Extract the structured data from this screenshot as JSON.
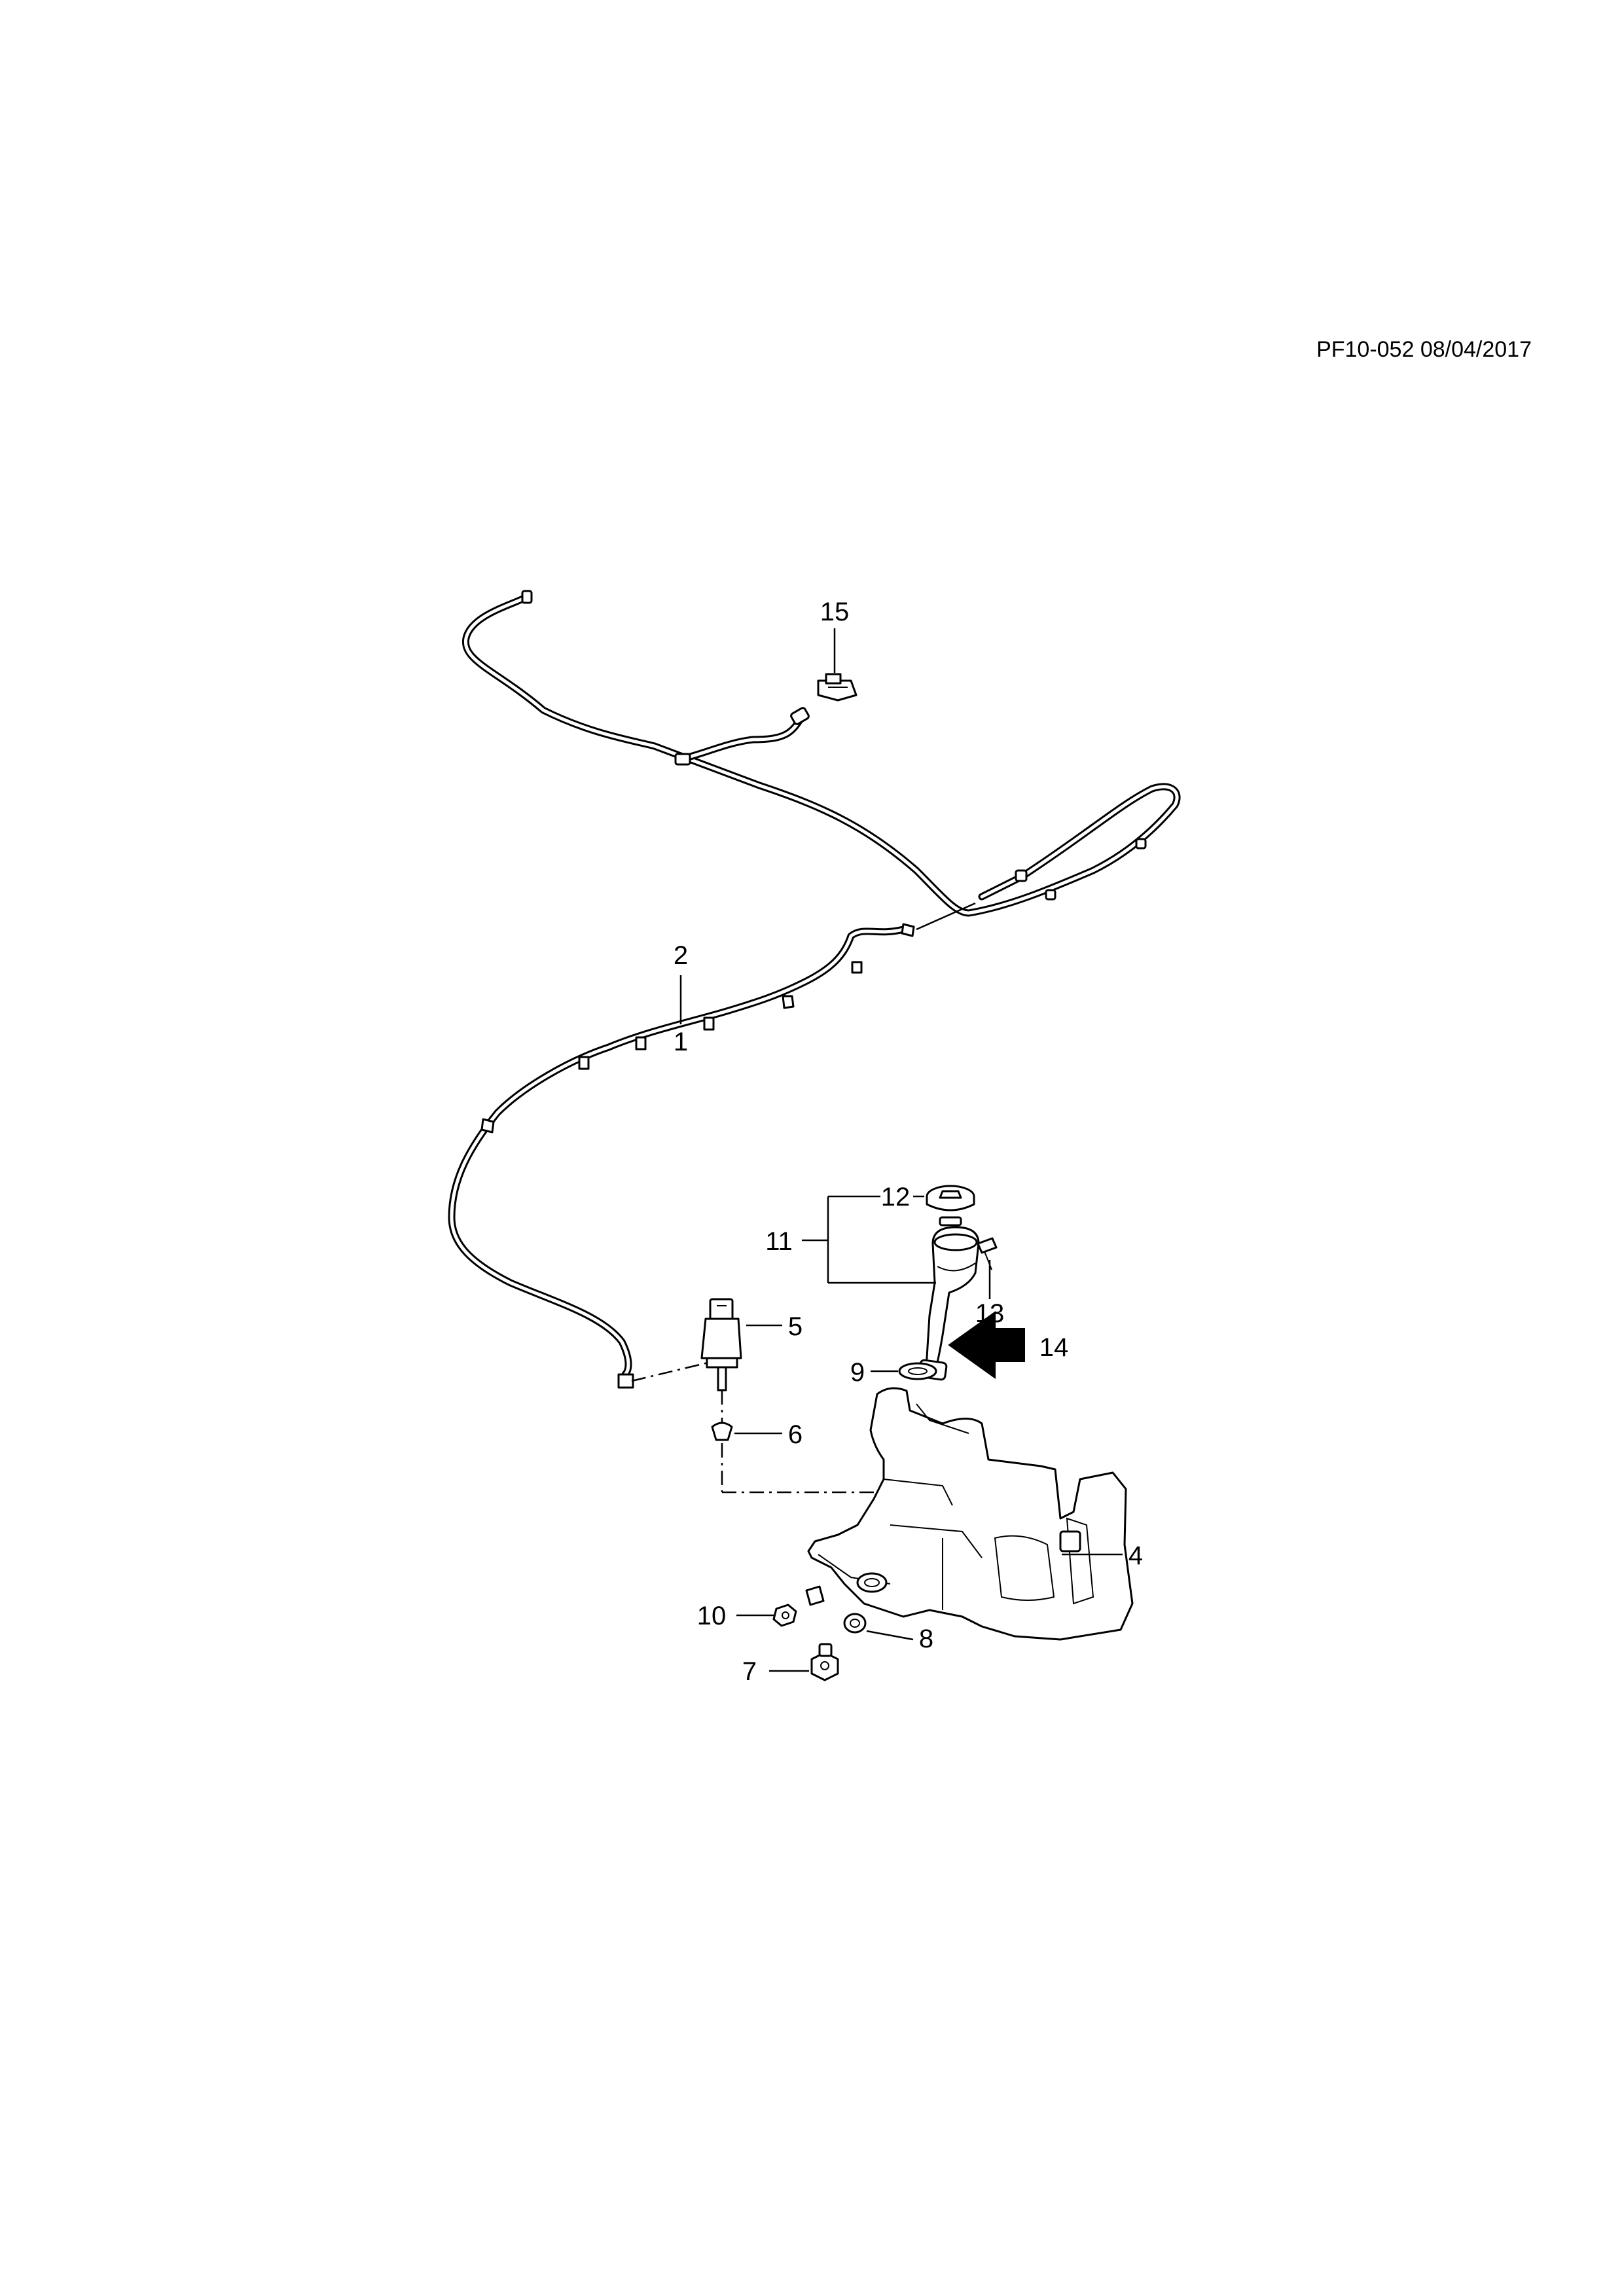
{
  "header": {
    "drawing_ref": "PF10-052 08/04/2017"
  },
  "callouts": [
    {
      "id": "1",
      "label": "1"
    },
    {
      "id": "2",
      "label": "2"
    },
    {
      "id": "4",
      "label": "4"
    },
    {
      "id": "5",
      "label": "5"
    },
    {
      "id": "6",
      "label": "6"
    },
    {
      "id": "7",
      "label": "7"
    },
    {
      "id": "8",
      "label": "8"
    },
    {
      "id": "9",
      "label": "9"
    },
    {
      "id": "10",
      "label": "10"
    },
    {
      "id": "11",
      "label": "11"
    },
    {
      "id": "12",
      "label": "12"
    },
    {
      "id": "13",
      "label": "13"
    },
    {
      "id": "14",
      "label": "14"
    },
    {
      "id": "15",
      "label": "15"
    }
  ]
}
